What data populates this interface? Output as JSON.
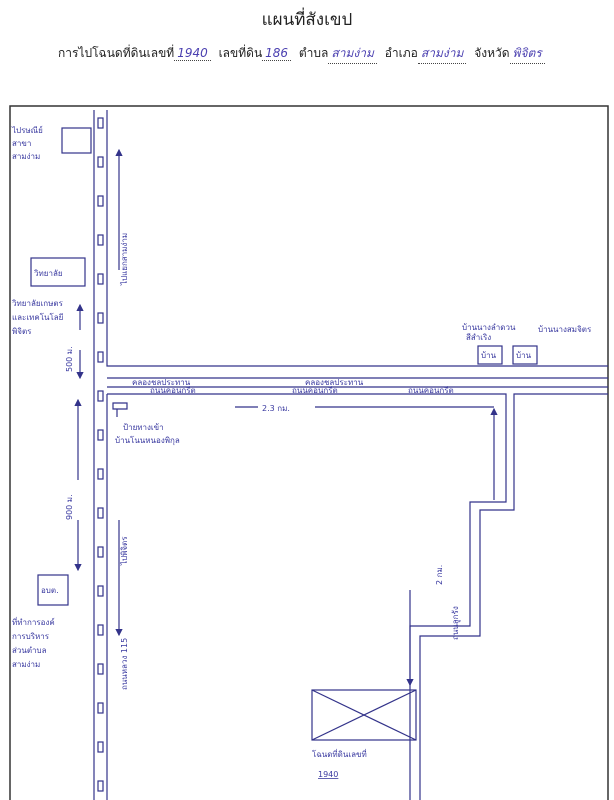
{
  "header": {
    "title": "แผนที่สังเขป"
  },
  "form": {
    "deed_label": "การไปโฉนดที่ดินเลขที่",
    "deed_no": "1940",
    "land_label": "เลขที่ดิน",
    "land_no": "186",
    "subdistrict_label": "ตำบล",
    "subdistrict": "สามง่าม",
    "district_label": "อำเภอ",
    "district": "สามง่าม",
    "province_label": "จังหวัด",
    "province": "พิจิตร"
  },
  "map": {
    "post_office": [
      "ไปรษณีย์",
      "สาขา",
      "สามง่าม"
    ],
    "road_north": "ไปแยกสามง่าม",
    "college_box": "วิทยาลัย",
    "college": [
      "วิทยาลัยเกษตร",
      "และเทคโนโลยี",
      "พิจิตร"
    ],
    "dist_500": "500 ม.",
    "dist_900": "900 ม.",
    "road_south": "ไปพิจิตร",
    "highway": "ถนนหลวง 115",
    "canal_1": "คลองชลประทาน",
    "canal_2": "คลองชลประทาน",
    "concrete_1": "ถนนคอนกรีต",
    "concrete_2": "ถนนคอนกรีต",
    "concrete_3": "ถนนคอนกรีต",
    "dist_23": "2.3 กม.",
    "house_1_owner": [
      "บ้านนางลำดวน",
      "สีสำเริง"
    ],
    "house_2_owner": "บ้านนางสมจิตร",
    "house_label": "บ้าน",
    "sign": [
      "ป้ายทางเข้า",
      "บ้านโนนหนองพิกุล"
    ],
    "dist_2": "2 กม.",
    "laterite": "ถนนลูกรัง",
    "sao_box": "อบต.",
    "sao": [
      "ที่ทำการองค์",
      "การบริหาร",
      "ส่วนตำบล",
      "สามง่าม"
    ],
    "plot_label": "โฉนดที่ดินเลขที่",
    "plot_no": "1940"
  }
}
